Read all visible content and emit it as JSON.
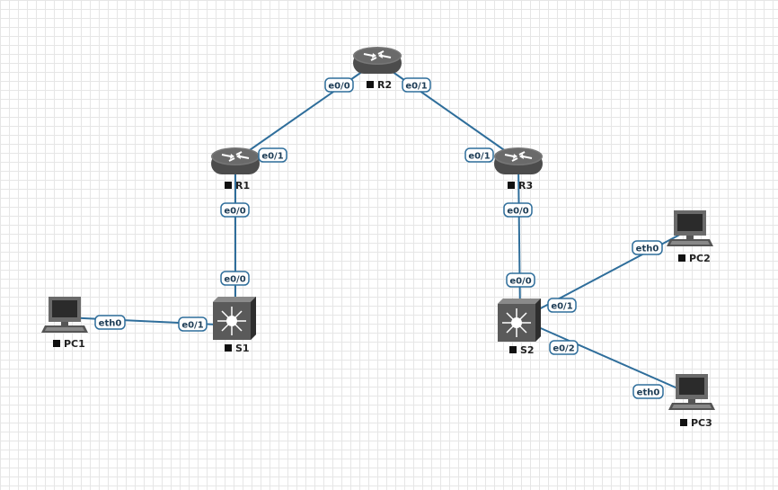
{
  "colors": {
    "link": "#2f6e9b",
    "router_body": "#5a5a5a",
    "switch_body": "#555555",
    "pc_body": "#6a6a6a"
  },
  "nodes": {
    "R1": {
      "label": "R1",
      "icon": "router-icon"
    },
    "R2": {
      "label": "R2",
      "icon": "router-icon"
    },
    "R3": {
      "label": "R3",
      "icon": "router-icon"
    },
    "S1": {
      "label": "S1",
      "icon": "switch-icon"
    },
    "S2": {
      "label": "S2",
      "icon": "switch-icon"
    },
    "PC1": {
      "label": "PC1",
      "icon": "pc-icon"
    },
    "PC2": {
      "label": "PC2",
      "icon": "pc-icon"
    },
    "PC3": {
      "label": "PC3",
      "icon": "pc-icon"
    }
  },
  "links": [
    {
      "id": "R1-R2",
      "a_port": "e0/1",
      "b_port": "e0/0"
    },
    {
      "id": "R2-R3",
      "a_port": "e0/1",
      "b_port": "e0/1"
    },
    {
      "id": "R1-S1",
      "a_port": "e0/0",
      "b_port": "e0/0"
    },
    {
      "id": "R3-S2",
      "a_port": "e0/0",
      "b_port": "e0/0"
    },
    {
      "id": "PC1-S1",
      "a_port": "eth0",
      "b_port": "e0/1"
    },
    {
      "id": "S2-PC2",
      "a_port": "e0/1",
      "b_port": "eth0"
    },
    {
      "id": "S2-PC3",
      "a_port": "e0/2",
      "b_port": "eth0"
    }
  ]
}
